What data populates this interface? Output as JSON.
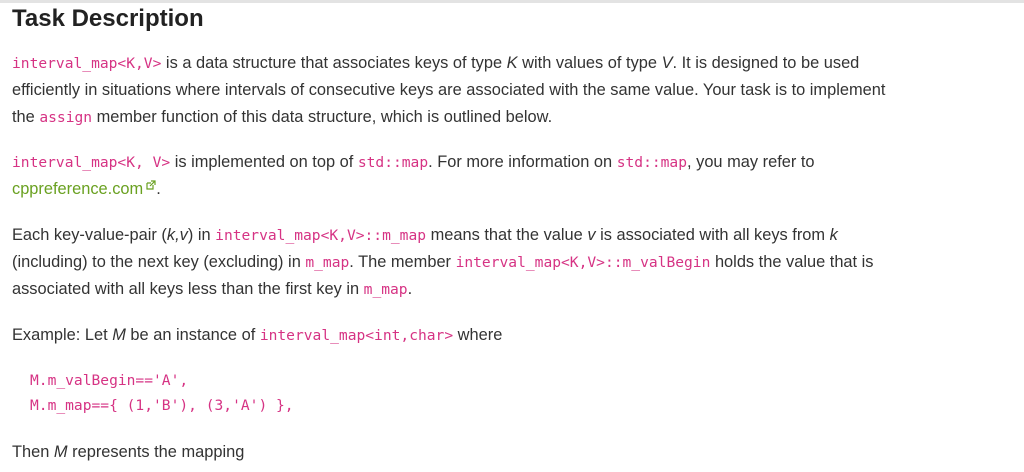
{
  "heading": "Task Description",
  "p1": {
    "code_class": "interval_map<K,V>",
    "t1": " is a data structure that associates keys of type ",
    "K": "K",
    "t2": " with values of type ",
    "V": "V",
    "t3": ". It is designed to be used",
    "line2": "efficiently in situations where intervals of consecutive keys are associated with the same value. Your task is to implement",
    "t4": "the ",
    "code_assign": "assign",
    "t5": " member function of this data structure, which is outlined below."
  },
  "p2": {
    "code_class": "interval_map<K, V>",
    "t1": " is implemented on top of ",
    "code_map1": "std::map",
    "t2": ". For more information on ",
    "code_map2": "std::map",
    "t3": ", you may refer to",
    "link": "cppreference.com",
    "t4": "."
  },
  "p3": {
    "t1": "Each key-value-pair (",
    "kv": "k,v",
    "t2": ") in ",
    "code_mmap": "interval_map<K,V>::m_map",
    "t3": " means that the value ",
    "v": "v",
    "t4": " is associated with all keys from ",
    "k": "k",
    "t5": "(including) to the next key (excluding) in ",
    "code_m_map": "m_map",
    "t6": ". The member ",
    "code_valbegin": "interval_map<K,V>::m_valBegin",
    "t7": " holds the value that is",
    "t8": "associated with all keys less than the first key in ",
    "code_m_map2": "m_map",
    "t9": "."
  },
  "p4": {
    "t1": "Example: Let ",
    "M": "M",
    "t2": " be an instance of ",
    "code_inst": "interval_map<int,char>",
    "t3": " where"
  },
  "codeblock": {
    "line1": "M.m_valBegin=='A',",
    "line2": "M.m_map=={ (1,'B'), (3,'A') },"
  },
  "p5": {
    "t1": "Then ",
    "M": "M",
    "t2": " represents the mapping"
  },
  "colors": {
    "code": "#d63384",
    "link": "#6aa121",
    "text": "#333333"
  },
  "icons": {
    "external_link": "external-link-icon"
  }
}
